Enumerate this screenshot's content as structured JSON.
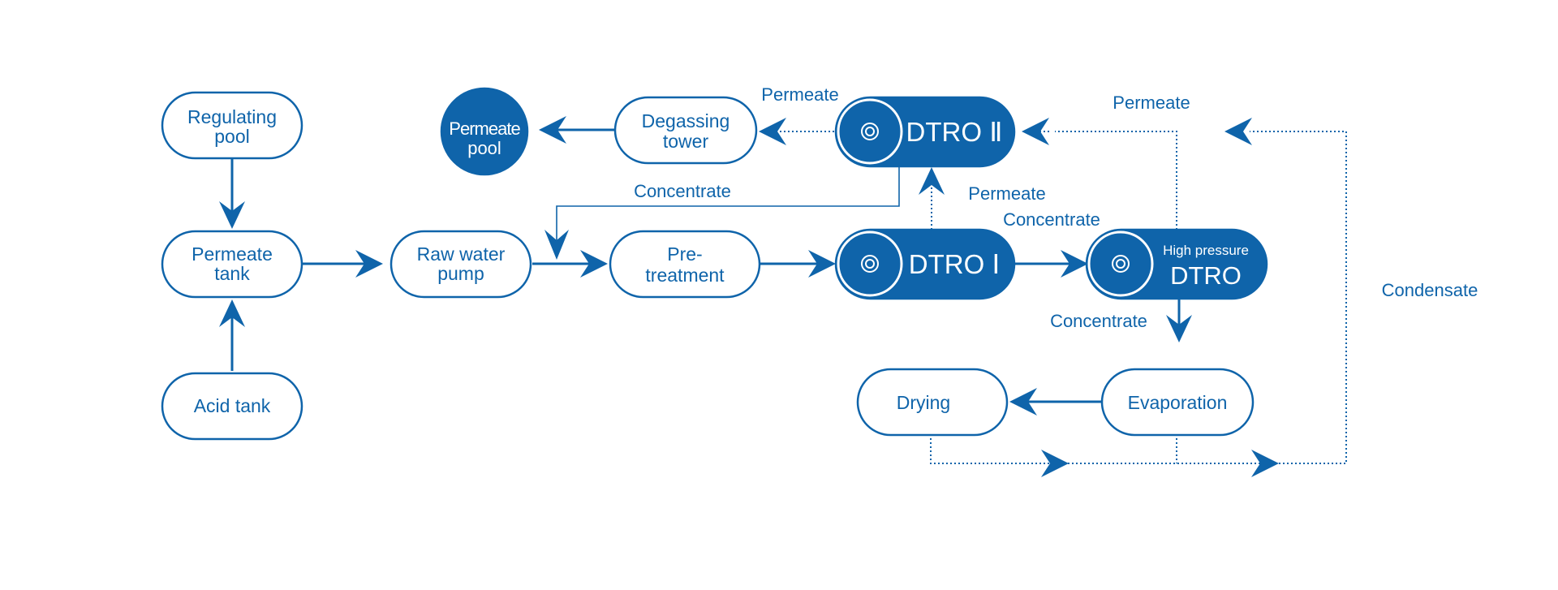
{
  "colors": {
    "primary": "#0f64aa",
    "background": "#ffffff"
  },
  "nodes": {
    "regulating_pool": {
      "line1": "Regulating",
      "line2": "pool"
    },
    "permeate_tank": {
      "line1": "Permeate",
      "line2": "tank"
    },
    "acid_tank": {
      "label": "Acid tank"
    },
    "raw_water_pump": {
      "line1": "Raw water",
      "line2": "pump"
    },
    "pre_treatment": {
      "line1": "Pre-",
      "line2": "treatment"
    },
    "dtro_1": {
      "label": "DTRO Ⅰ"
    },
    "dtro_2": {
      "label": "DTRO Ⅱ"
    },
    "hp_dtro": {
      "line1": "High pressure",
      "line2": "DTRO"
    },
    "degassing_tower": {
      "line1": "Degassing",
      "line2": "tower"
    },
    "permeate_pool": {
      "line1": "Permeate",
      "line2": "pool"
    },
    "evaporation": {
      "label": "Evaporation"
    },
    "drying": {
      "label": "Drying"
    }
  },
  "flow_labels": {
    "permeate_top_left": "Permeate",
    "permeate_top_right": "Permeate",
    "concentrate_top": "Concentrate",
    "permeate_mid": "Permeate",
    "concentrate_mid": "Concentrate",
    "concentrate_bottom": "Concentrate",
    "condensate": "Condensate"
  }
}
